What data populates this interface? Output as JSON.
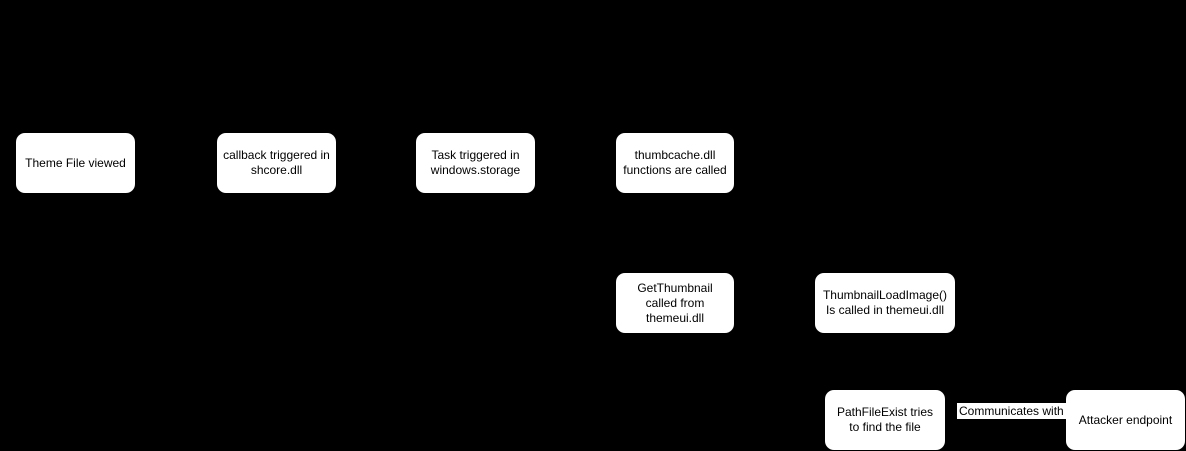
{
  "diagram": {
    "background_color": "#000000",
    "node_fill_color": "#ffffff",
    "node_text_color": "#000000",
    "nodes": [
      {
        "id": "theme-file-viewed",
        "label": "Theme File viewed"
      },
      {
        "id": "callback-shcore",
        "label": "callback triggered in shcore.dll"
      },
      {
        "id": "task-windows-storage",
        "label": "Task triggered in windows.storage"
      },
      {
        "id": "thumbcache-functions",
        "label": "thumbcache.dll functions are called"
      },
      {
        "id": "getthumbnail-themeui",
        "label": "GetThumbnail called from themeui.dll"
      },
      {
        "id": "thumbnailloadimage",
        "label": "ThumbnailLoadImage() Is called in themeui.dll"
      },
      {
        "id": "pathfileexist",
        "label": "PathFileExist tries to find the file"
      },
      {
        "id": "attacker-endpoint",
        "label": "Attacker endpoint"
      }
    ],
    "edge_labels": [
      {
        "id": "communicates-with",
        "label": "Communicates with"
      }
    ]
  }
}
